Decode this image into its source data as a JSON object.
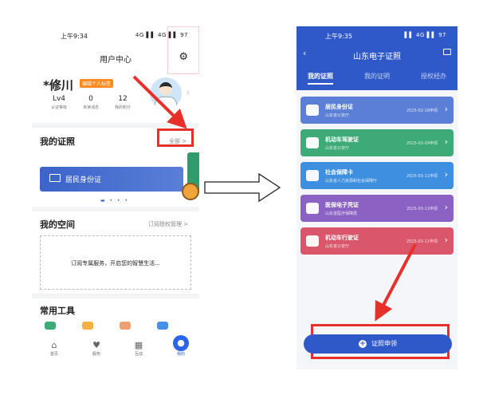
{
  "left": {
    "status": {
      "time": "上午9:34",
      "signal": "4G ▌▌ 4G ▌▌ 97"
    },
    "title": "用户中心",
    "user": {
      "name": "*修川",
      "edit_tag": "编辑个人标签"
    },
    "stats": [
      {
        "value": "Lv4",
        "label": "认证等级"
      },
      {
        "value": "0",
        "label": "未读消息"
      },
      {
        "value": "12",
        "label": "我的积分"
      }
    ],
    "my_cert": {
      "title": "我的证照",
      "more": "全部 >",
      "card_label": "居民身份证"
    },
    "my_space": {
      "title": "我的空间",
      "link": "订阅授权管理 >",
      "empty_text": "订阅专属服务，开启您的智慧生活..."
    },
    "tools": {
      "title": "常用工具"
    },
    "tabs": [
      {
        "icon": "⌂",
        "label": "首页"
      },
      {
        "icon": "♥",
        "label": "服务"
      },
      {
        "icon": "▦",
        "label": "互动"
      },
      {
        "icon": "●",
        "label": "我的"
      }
    ],
    "nav": {
      "back": "<",
      "home": "□",
      "menu": "≡"
    }
  },
  "right": {
    "status": {
      "time": "上午9:35",
      "signal": "▌▌ 4G ▌▌ 97"
    },
    "title": "山东电子证照",
    "tabs": [
      {
        "label": "我的证照"
      },
      {
        "label": "我的证明"
      },
      {
        "label": "授权经办"
      }
    ],
    "cards": [
      {
        "name": "居民身份证",
        "org": "山东省公安厅",
        "date": "2025-02-18申领",
        "color": "#5b7fd6"
      },
      {
        "name": "机动车驾驶证",
        "org": "山东省公安厅",
        "date": "2025-03-09申领",
        "color": "#3daa78"
      },
      {
        "name": "社会保障卡",
        "org": "山东省人力资源和社会保障厅",
        "date": "2025-03-11申领",
        "color": "#3f8fe0"
      },
      {
        "name": "医保电子凭证",
        "org": "山东省医疗保障局",
        "date": "2025-03-11申领",
        "color": "#8b62c4"
      },
      {
        "name": "机动车行驶证",
        "org": "山东省公安厅",
        "date": "2025-03-11申领",
        "color": "#d9566b"
      }
    ],
    "apply_button": "证照申领",
    "nav": {
      "back": "<",
      "home": "□",
      "menu": "≡"
    }
  },
  "colors": {
    "accent": "#2f58c8",
    "annotation": "#e8302a"
  }
}
